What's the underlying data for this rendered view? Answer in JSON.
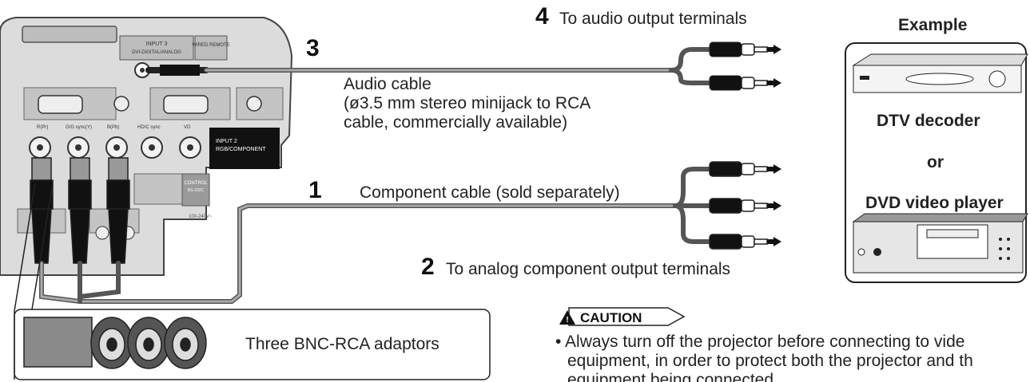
{
  "steps": {
    "s1": "1",
    "s2": "2",
    "s3": "3",
    "s4": "4"
  },
  "labels": {
    "audio_output": "To audio output terminals",
    "audio_cable_title": "Audio cable",
    "audio_cable_line1": "(ø3.5 mm stereo minijack to RCA",
    "audio_cable_line2": "cable, commercially available)",
    "component_cable": "Component cable (sold separately)",
    "component_output": "To analog component output terminals",
    "adaptors": "Three BNC-RCA adaptors"
  },
  "example": {
    "title": "Example",
    "device1": "DTV decoder",
    "or": "or",
    "device2": "DVD video player"
  },
  "caution": {
    "title": "CAUTION",
    "line1": "• Always turn off the projector before connecting to vide",
    "line2": "equipment, in order to protect both the projector and th",
    "line3": "equipment being connected."
  },
  "panel": {
    "input3_label": "INPUT 3",
    "input3_sub": "DVI-DIGITAL/ANALOG",
    "wired_remote": "WIRED REMOTE",
    "input2_label": "INPUT 2",
    "input2_sub": "RGB/COMPONENT",
    "control_label": "CONTROL",
    "control_sub": "RS-232C",
    "bnc_r": "R(Pr)",
    "bnc_g": "G/G sync(Y)",
    "bnc_b": "B(Pb)",
    "bnc_h": "HD/C sync",
    "bnc_v": "VD",
    "power": "100-240V~"
  },
  "colors": {
    "cable": "#8a8a8a",
    "cable_dark": "#555555",
    "panel_bg": "#d9d9d9",
    "dark_box": "#111111"
  }
}
